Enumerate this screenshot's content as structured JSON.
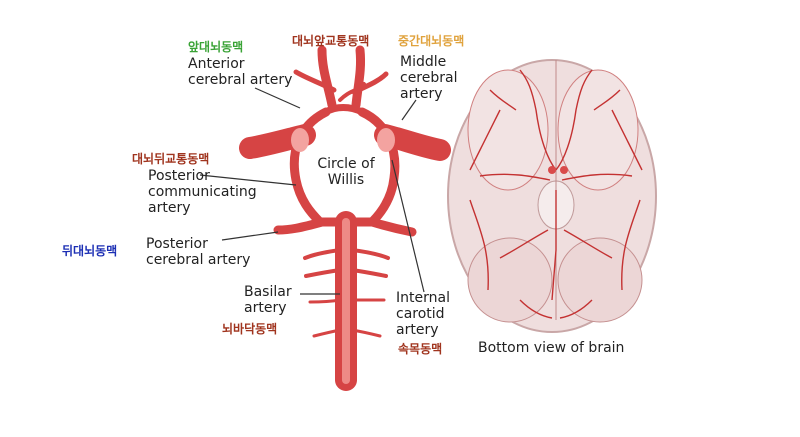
{
  "labels": {
    "anterior_cerebral": {
      "ko": "앞대뇌동맥",
      "en": "Anterior\ncerebral artery"
    },
    "anterior_communicating": {
      "ko": "대뇌앞교통동맥"
    },
    "middle_cerebral": {
      "ko": "중간대뇌동맥",
      "en": "Middle\ncerebral\nartery"
    },
    "posterior_communicating": {
      "ko": "대뇌뒤교통동맥",
      "en": "Posterior\ncommunicating\nartery"
    },
    "posterior_cerebral": {
      "ko": "뒤대뇌동맥",
      "en": "Posterior\ncerebral artery"
    },
    "basilar": {
      "ko": "뇌바닥동맥",
      "en": "Basilar\nartery"
    },
    "internal_carotid": {
      "ko": "속목동맥",
      "en": "Internal\ncarotid\nartery"
    },
    "circle_of_willis": "Circle of\nWillis",
    "bottom_view": "Bottom view of brain"
  },
  "colors": {
    "green": "#3aa336",
    "dark_red": "#a0341e",
    "orange": "#e0a23c",
    "blue": "#1c2fb4",
    "artery": "#d94a4a",
    "artery_light": "#ee8a86",
    "brain": "#efdede"
  }
}
